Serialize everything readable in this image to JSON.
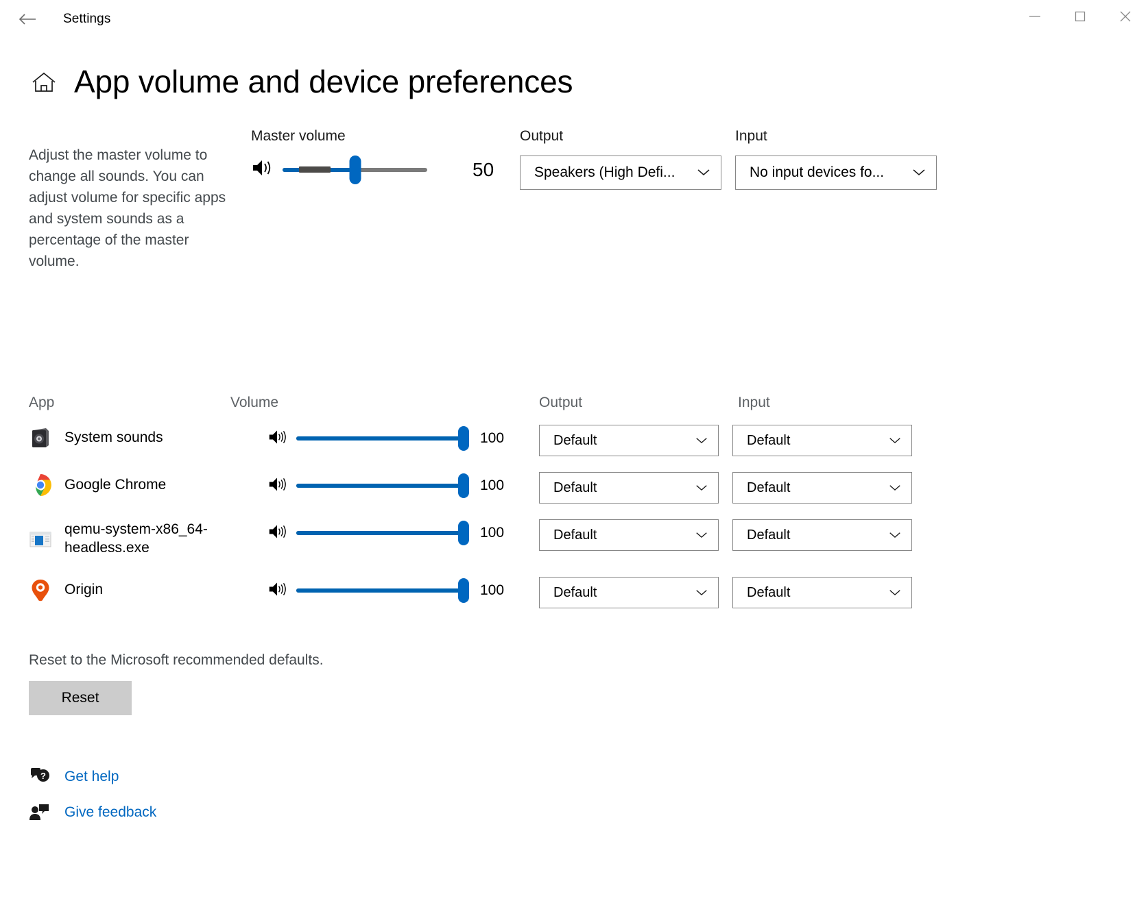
{
  "window": {
    "app_name": "Settings",
    "back_icon": "back-arrow-icon",
    "minimize_label": "minimize-icon",
    "maximize_label": "maximize-icon",
    "close_label": "close-icon"
  },
  "page": {
    "home_icon": "home-icon",
    "title": "App volume and device preferences"
  },
  "master": {
    "description": "Adjust the master volume to change all sounds. You can adjust volume for specific apps and system sounds as a percentage of the master volume.",
    "volume_label": "Master volume",
    "volume_value": "50",
    "volume_percent": 50,
    "speaker_icon": "speaker-icon",
    "output_label": "Output",
    "output_value": "Speakers (High Defi...",
    "input_label": "Input",
    "input_value": "No input devices fo...",
    "chevron_icon": "chevron-down-icon"
  },
  "app_table": {
    "headers": {
      "app": "App",
      "volume": "Volume",
      "output": "Output",
      "input": "Input"
    },
    "rows": [
      {
        "name": "System sounds",
        "icon": "system-sounds-icon",
        "volume": "100",
        "volume_percent": 100,
        "output": "Default",
        "input": "Default"
      },
      {
        "name": "Google Chrome",
        "icon": "google-chrome-icon",
        "volume": "100",
        "volume_percent": 100,
        "output": "Default",
        "input": "Default"
      },
      {
        "name": "qemu-system-x86_64-headless.exe",
        "icon": "qemu-window-icon",
        "volume": "100",
        "volume_percent": 100,
        "output": "Default",
        "input": "Default"
      },
      {
        "name": "Origin",
        "icon": "origin-icon",
        "volume": "100",
        "volume_percent": 100,
        "output": "Default",
        "input": "Default"
      }
    ]
  },
  "reset": {
    "description": "Reset to the Microsoft recommended defaults.",
    "button_label": "Reset"
  },
  "links": [
    {
      "label": "Get help",
      "icon": "get-help-icon"
    },
    {
      "label": "Give feedback",
      "icon": "give-feedback-icon"
    }
  ],
  "colors": {
    "accent": "#0067c0",
    "link": "#0067c0",
    "slider_track": "#7a7a7a",
    "peak_meter": "#4c4a48",
    "secondary_text": "#44494d",
    "button_face": "#cccccc"
  }
}
